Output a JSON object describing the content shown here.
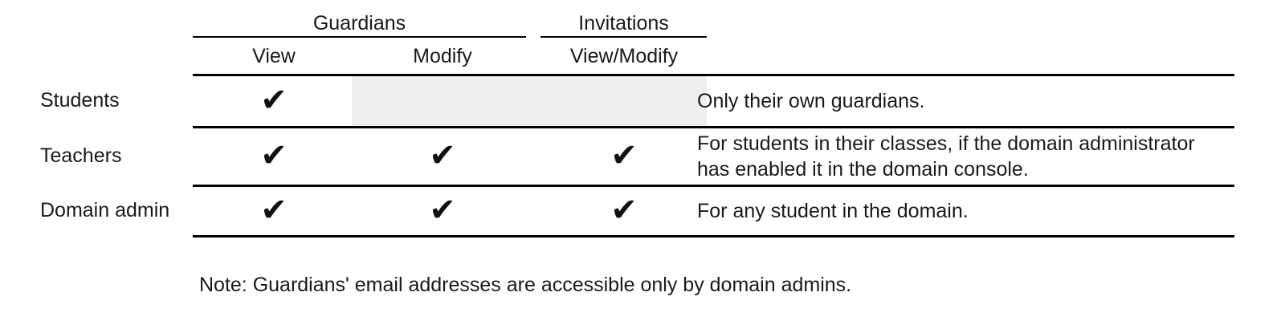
{
  "figure": {
    "kind": "permissions-table",
    "background_color": "#ffffff",
    "rule_color": "#000000",
    "shade_color": "#eeeeee",
    "text_color": "#1a1a1a"
  },
  "table": {
    "spanners": [
      {
        "label": "Guardians",
        "span_columns": 2
      },
      {
        "label": "Invitations",
        "span_columns": 1
      }
    ],
    "columns": [
      {
        "key": "role",
        "header": ""
      },
      {
        "key": "guardians_view",
        "header": "View"
      },
      {
        "key": "guardians_modify",
        "header": "Modify"
      },
      {
        "key": "invitations_view_modify",
        "header": "View/Modify"
      },
      {
        "key": "notes",
        "header": ""
      }
    ],
    "check_glyph": "✔",
    "rows": [
      {
        "role": "Students",
        "guardians_view": true,
        "guardians_modify": false,
        "invitations_view_modify": false,
        "shaded_cells": [
          "guardians_modify",
          "invitations_view_modify"
        ],
        "notes": "Only their own guardians."
      },
      {
        "role": "Teachers",
        "guardians_view": true,
        "guardians_modify": true,
        "invitations_view_modify": true,
        "shaded_cells": [],
        "notes": "For students in their classes, if the domain administrator has enabled it in the domain console."
      },
      {
        "role": "Domain admin",
        "guardians_view": true,
        "guardians_modify": true,
        "invitations_view_modify": true,
        "shaded_cells": [],
        "notes": "For any student in the domain."
      }
    ]
  },
  "footnote": {
    "text": "Note: Guardians' email addresses are accessible only by domain admins."
  }
}
